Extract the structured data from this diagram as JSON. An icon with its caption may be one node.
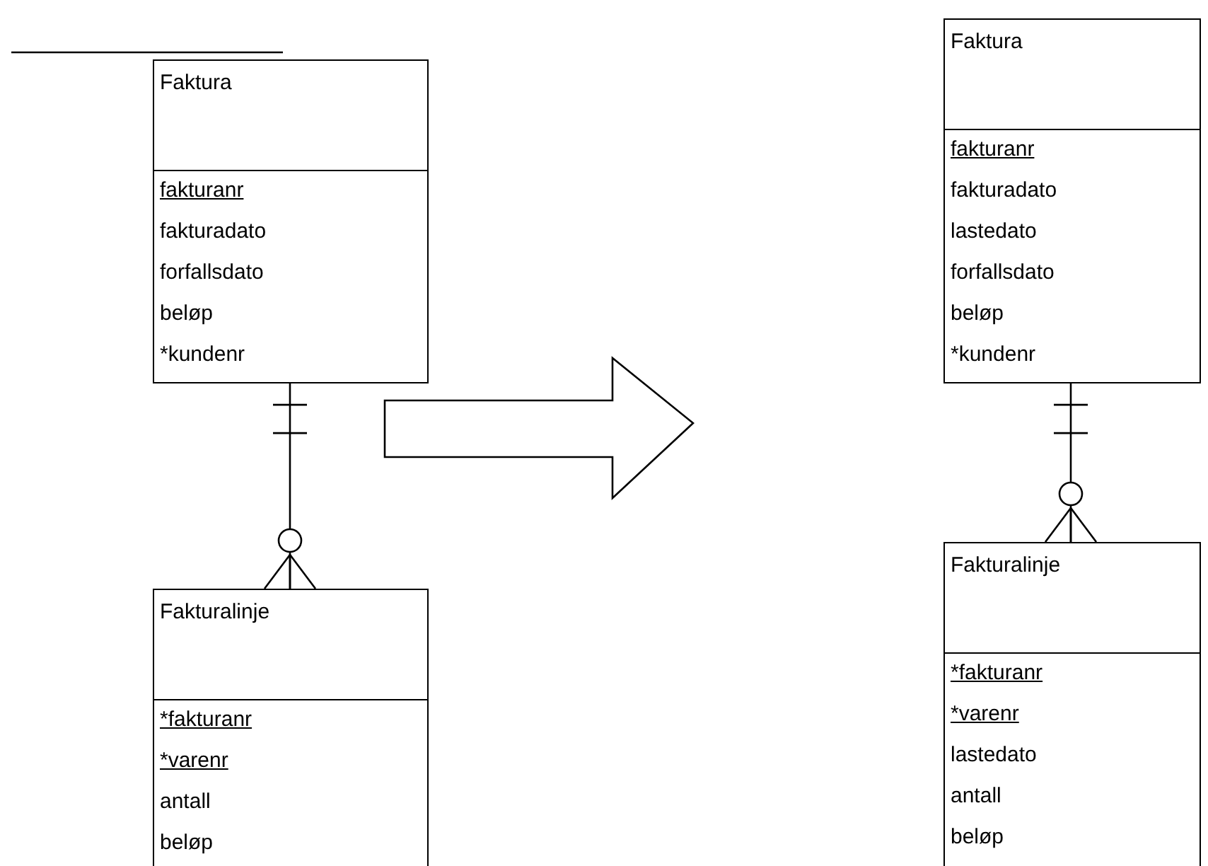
{
  "diagram": {
    "nodes": [
      {
        "text": [
          "Faktura",
          "fakturanr",
          "fakturadato",
          "forfallsdato",
          "beløp",
          "*kundenr"
        ]
      },
      {
        "text": [
          "Fakturalinje",
          "*fakturanr",
          "*varenr",
          "antall",
          "beløp"
        ]
      },
      {
        "text": [
          "Faktura",
          "fakturanr",
          "fakturadato",
          "lastedato",
          "forfallsdato",
          "beløp",
          "*kundenr"
        ]
      },
      {
        "text": [
          "Fakturalinje",
          "*fakturanr",
          "*varenr",
          "lastedato",
          "antall",
          "beløp"
        ]
      }
    ],
    "edges": [
      {
        "from": 0,
        "to": 1,
        "arrow": "other"
      },
      {
        "from": 2,
        "to": 3,
        "arrow": "other"
      }
    ]
  }
}
